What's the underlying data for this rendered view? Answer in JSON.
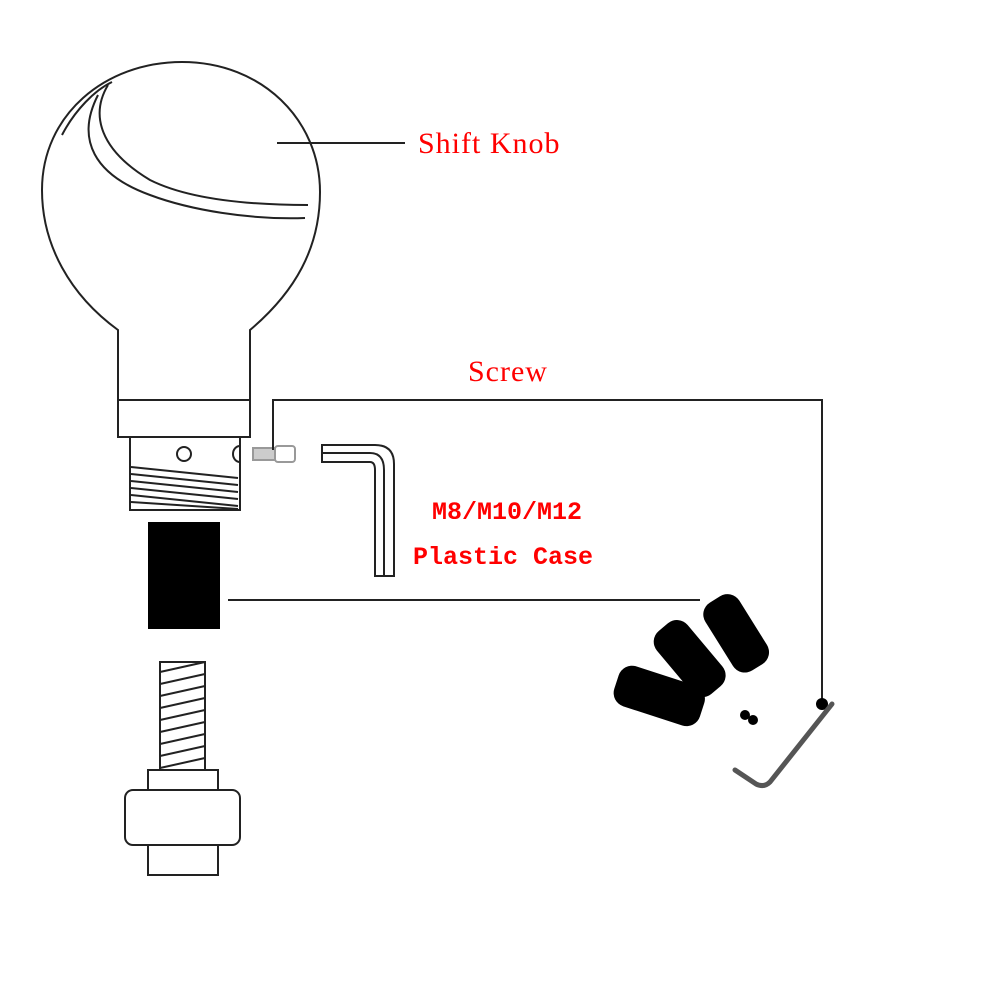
{
  "labels": {
    "shift_knob": "Shift Knob",
    "screw": "Screw",
    "sizes": "M8/M10/M12",
    "plastic_case": "Plastic Case"
  },
  "colors": {
    "label": "#ff0000",
    "line": "#111111"
  }
}
